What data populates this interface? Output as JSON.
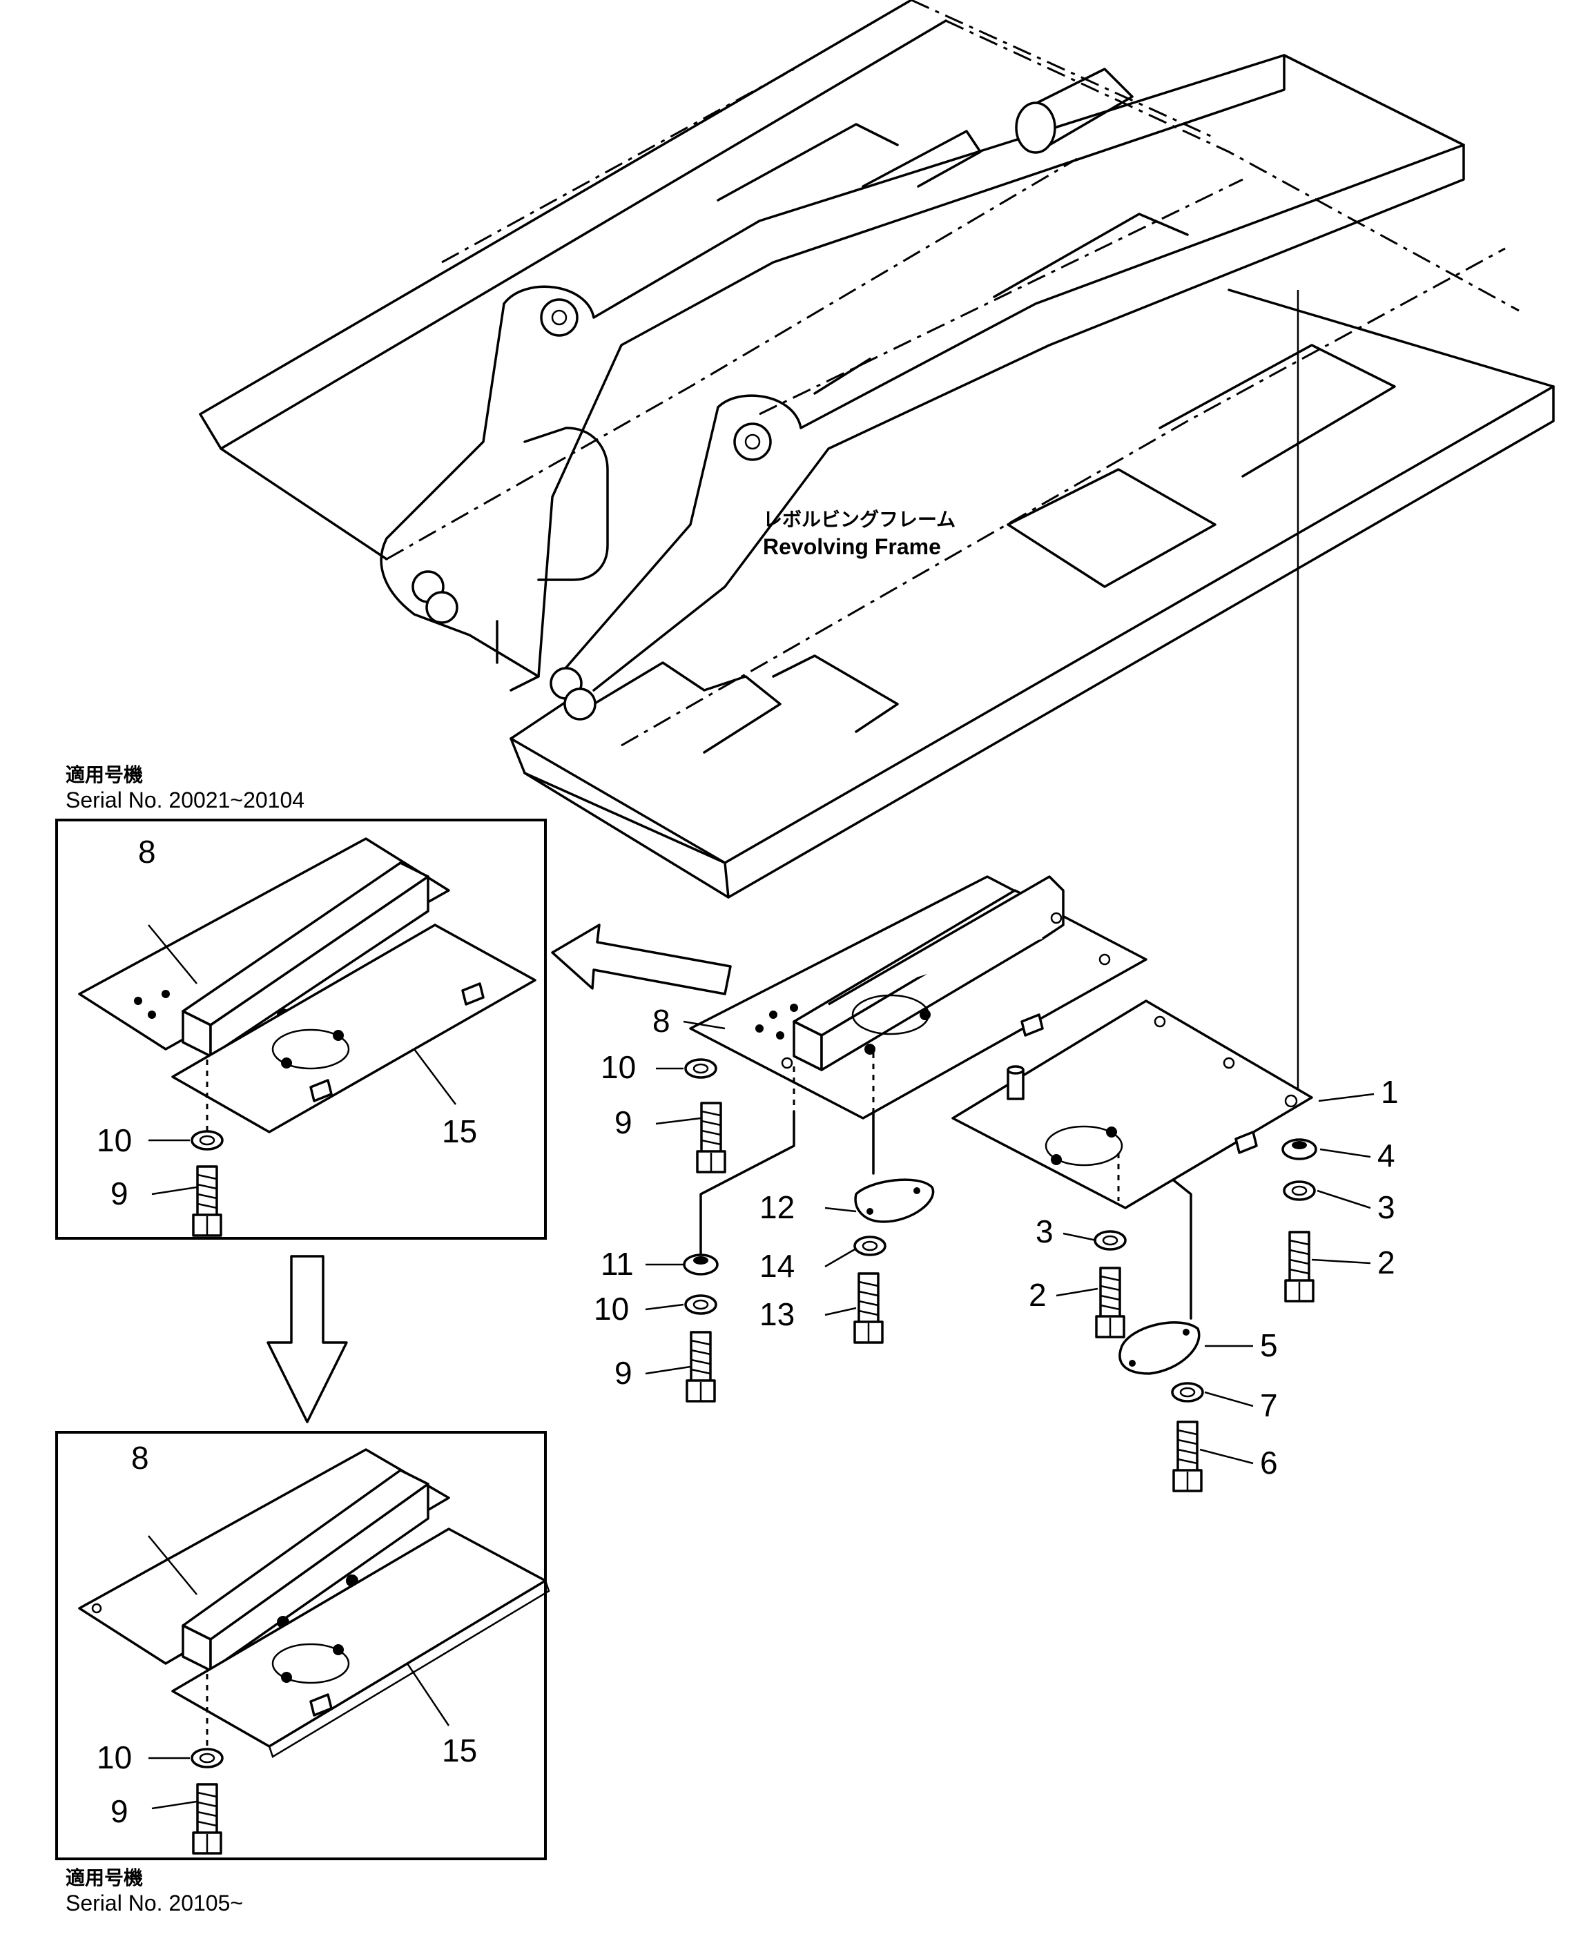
{
  "frame_label": {
    "jp": "レボルビングフレーム",
    "en": "Revolving  Frame"
  },
  "variant_top": {
    "jp": "適用号機",
    "serial": "Serial  No.  20021~20104",
    "callouts": {
      "c8": "8",
      "c15": "15",
      "c10": "10",
      "c9": "9"
    }
  },
  "variant_bottom": {
    "jp": "適用号機",
    "serial": "Serial  No.  20105~",
    "callouts": {
      "c8": "8",
      "c15": "15",
      "c10": "10",
      "c9": "9"
    }
  },
  "main_callouts": {
    "c1": "1",
    "c2a": "2",
    "c2b": "2",
    "c3a": "3",
    "c3b": "3",
    "c4": "4",
    "c5": "5",
    "c6": "6",
    "c7": "7",
    "c8": "8",
    "c9a": "9",
    "c9b": "9",
    "c10a": "10",
    "c10b": "10",
    "c11": "11",
    "c12": "12",
    "c13": "13",
    "c14": "14"
  }
}
